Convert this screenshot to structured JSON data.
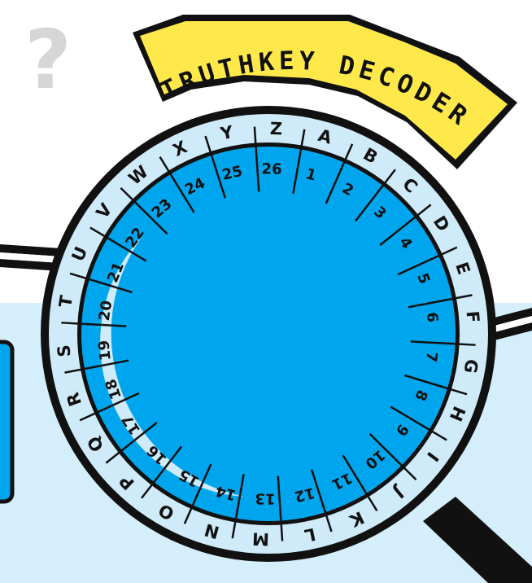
{
  "title": "TRUTHKEY DECODER",
  "decoration": {
    "question_mark": "?"
  },
  "colors": {
    "ring_outer": "#cfeaf8",
    "ring_inner": "#00a6ed",
    "banner": "#ffe94a",
    "panel": "#d4effb",
    "outline": "#111111"
  },
  "outer_ring": {
    "letters": [
      "A",
      "B",
      "C",
      "D",
      "E",
      "F",
      "G",
      "H",
      "I",
      "J",
      "K",
      "L",
      "M",
      "N",
      "O",
      "P",
      "Q",
      "R",
      "S",
      "T",
      "U",
      "V",
      "W",
      "X",
      "Y",
      "Z"
    ]
  },
  "inner_ring": {
    "numbers": [
      "1",
      "2",
      "3",
      "4",
      "5",
      "6",
      "7",
      "8",
      "9",
      "10",
      "11",
      "12",
      "13",
      "14",
      "15",
      "16",
      "17",
      "18",
      "19",
      "20",
      "21",
      "22",
      "23",
      "24",
      "25",
      "26"
    ]
  }
}
